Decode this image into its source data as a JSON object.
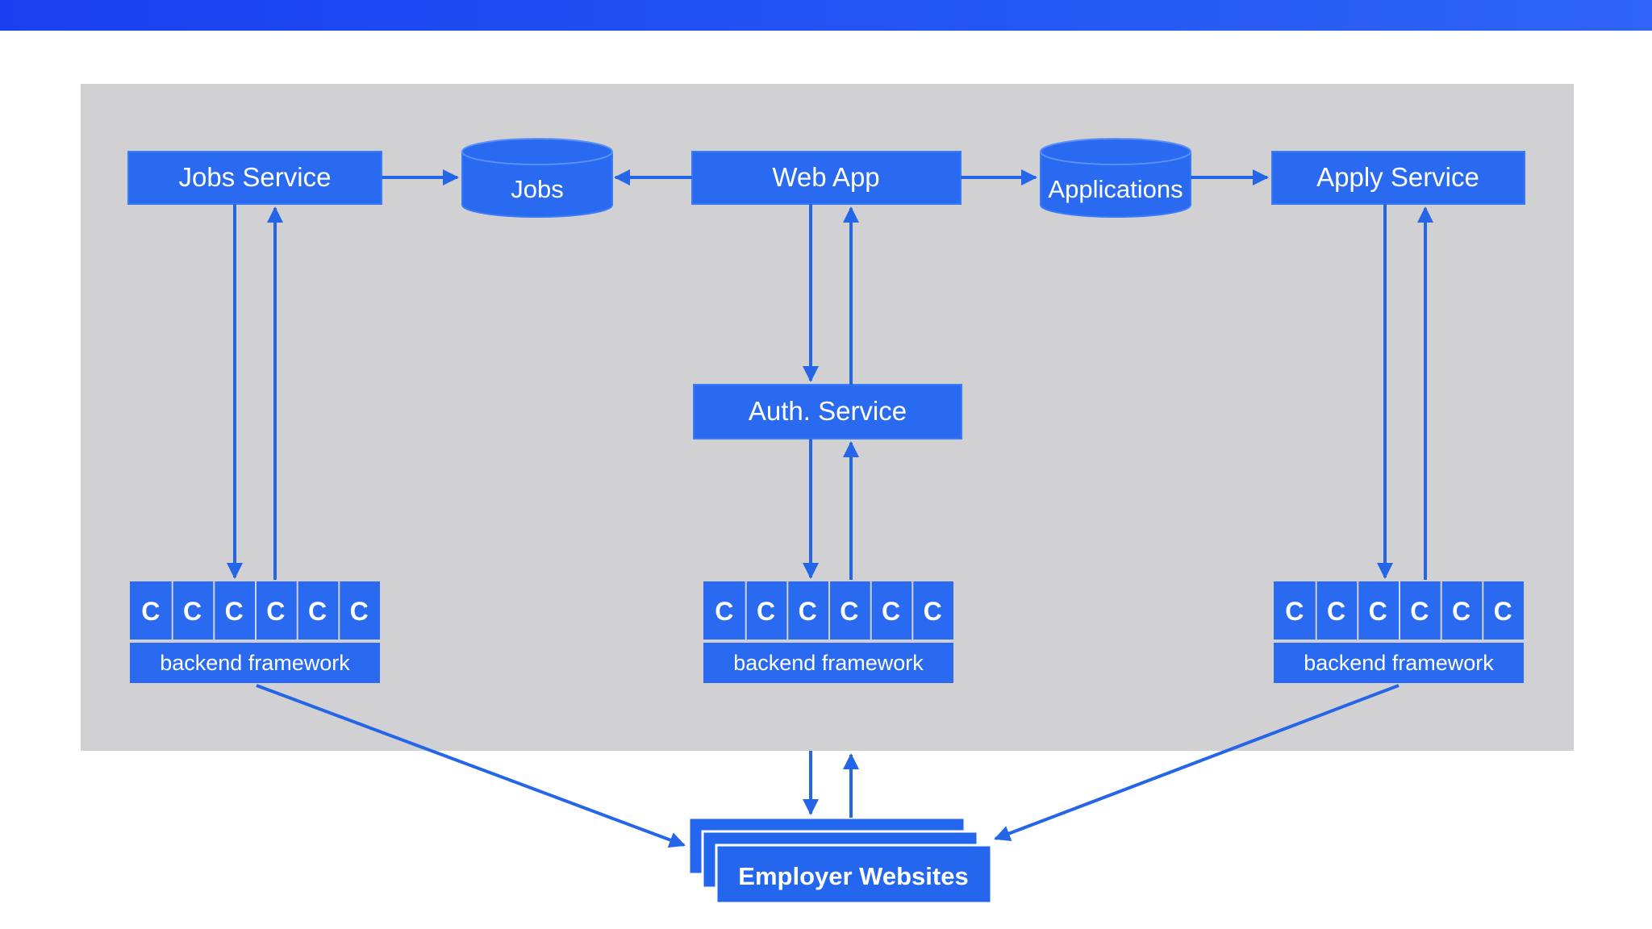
{
  "colors": {
    "header_bar": "#2255f3",
    "panel": "#d1d0d3",
    "node_fill": "#2a6af0",
    "node_stroke": "#3a7bf6",
    "arrow": "#2566e8",
    "text": "#ffffff"
  },
  "nodes": {
    "jobs_service": "Jobs Service",
    "jobs_db": "Jobs",
    "web_app": "Web App",
    "applications_db": "Applications",
    "apply_service": "Apply Service",
    "auth_service": "Auth. Service",
    "employer_websites": "Employer Websites"
  },
  "worker_groups": [
    {
      "cells": [
        "C",
        "C",
        "C",
        "C",
        "C",
        "C"
      ],
      "label": "backend framework"
    },
    {
      "cells": [
        "C",
        "C",
        "C",
        "C",
        "C",
        "C"
      ],
      "label": "backend framework"
    },
    {
      "cells": [
        "C",
        "C",
        "C",
        "C",
        "C",
        "C"
      ],
      "label": "backend framework"
    }
  ]
}
